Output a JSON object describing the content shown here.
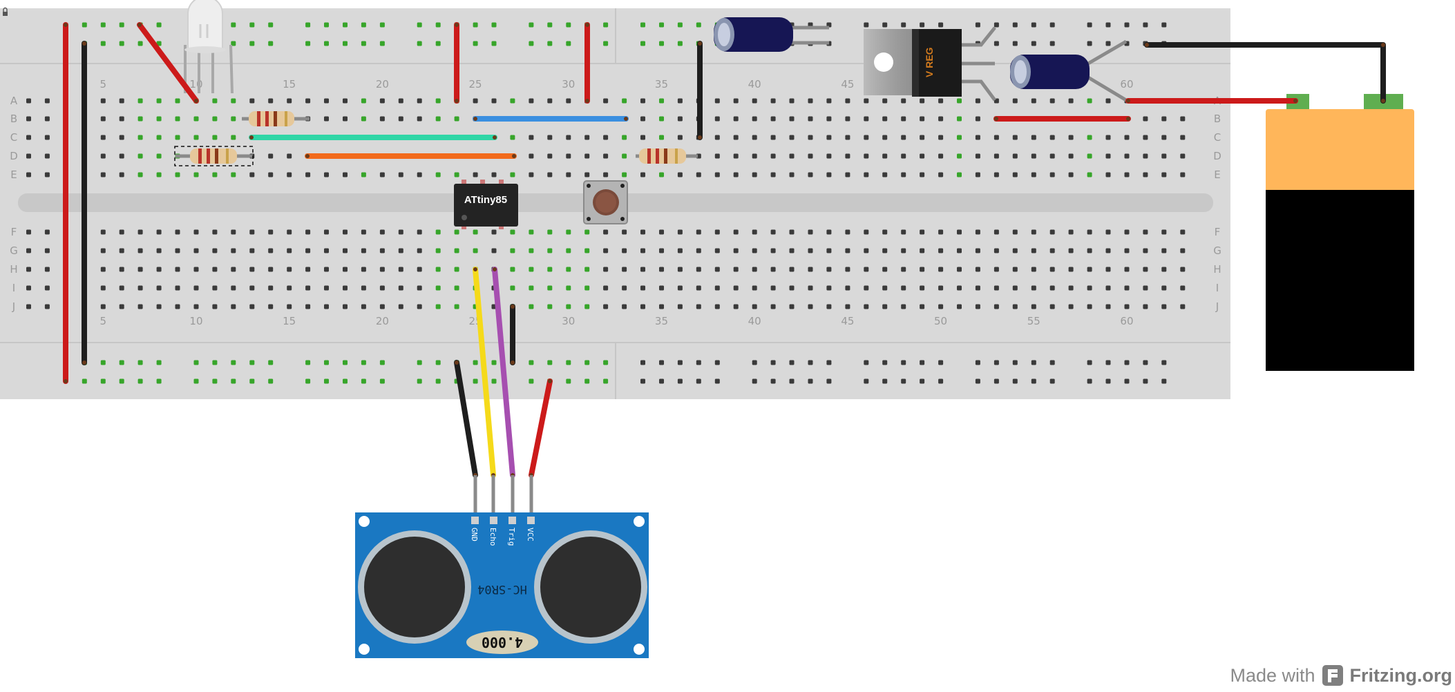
{
  "breadboard": {
    "row_letters_top": [
      "A",
      "B",
      "C",
      "D",
      "E"
    ],
    "row_letters_bottom": [
      "F",
      "G",
      "H",
      "I",
      "J"
    ],
    "column_numbers": [
      "5",
      "10",
      "15",
      "20",
      "25",
      "30",
      "35",
      "40",
      "45",
      "50",
      "55",
      "60"
    ]
  },
  "chip": {
    "label": "ATtiny85"
  },
  "regulator": {
    "label": "V REG"
  },
  "sensor": {
    "name": "HC-SR04",
    "pins": [
      "GND",
      "Echo",
      "Trig",
      "VCC"
    ],
    "crystal": "4.000"
  },
  "colors": {
    "breadboard": "#d9d9d9",
    "hole": "#3a3a3a",
    "hole_connected": "#37a52a",
    "wire_red": "#cc1a1a",
    "wire_black": "#1e1e1e",
    "wire_blue": "#3a8fe0",
    "wire_teal": "#2fd6a6",
    "wire_orange": "#f26a1b",
    "wire_yellow": "#f5da1a",
    "wire_purple": "#a64fb0",
    "sensor_board": "#1a78c2",
    "battery_top": "#ffb65a",
    "battery_body": "#000000"
  },
  "footer": {
    "made_with": "Made with",
    "brand": "Fritzing.org"
  },
  "icons": {
    "footer_logo": "fritzing-logo-icon",
    "lock": "lock-icon"
  }
}
